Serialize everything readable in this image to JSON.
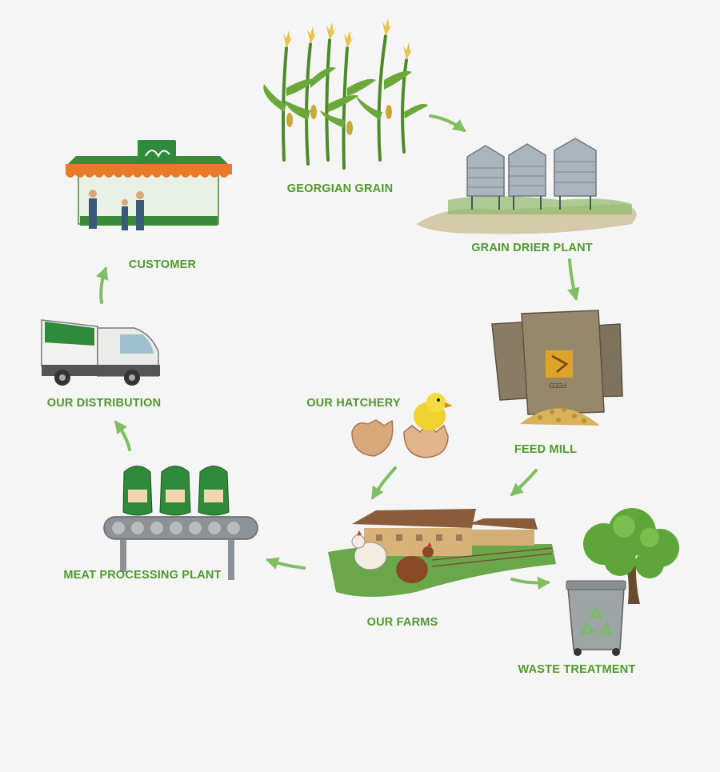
{
  "nodes": {
    "grain": "GEORGIAN GRAIN",
    "drier": "GRAIN DRIER PLANT",
    "feed_mill": "FEED MILL",
    "hatchery": "OUR HATCHERY",
    "farms": "OUR FARMS",
    "waste": "WASTE TREATMENT",
    "processing": "MEAT PROCESSING PLANT",
    "distribution": "OUR DISTRIBUTION",
    "customer": "CUSTOMER"
  },
  "colors": {
    "label": "#4f9a2c",
    "arrow": "#7fbf62",
    "brand_green": "#1f7a3a"
  }
}
